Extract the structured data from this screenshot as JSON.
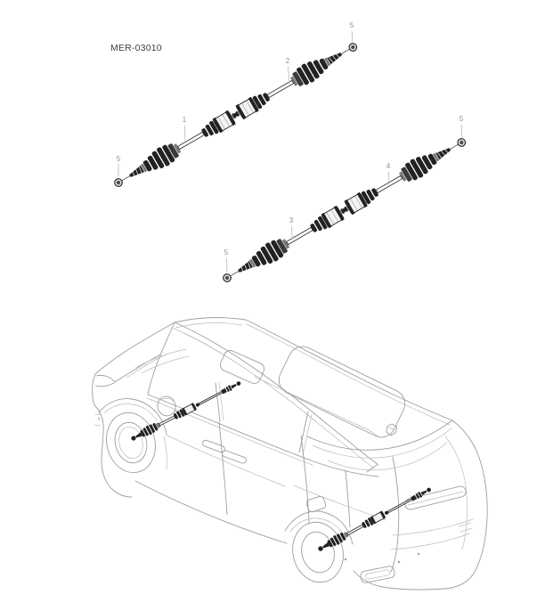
{
  "page": {
    "background": "#ffffff"
  },
  "diagram": {
    "code": "MER-03010",
    "callouts": [
      {
        "ref": "front-left-driveshaft-body",
        "label": "1"
      },
      {
        "ref": "front-right-driveshaft-body",
        "label": "2"
      },
      {
        "ref": "rear-left-driveshaft-body",
        "label": "3"
      },
      {
        "ref": "rear-right-driveshaft-body",
        "label": "4"
      },
      {
        "ref": "front-left-hub-nut",
        "label": "5"
      },
      {
        "ref": "front-right-hub-nut",
        "label": "5"
      },
      {
        "ref": "rear-left-hub-nut",
        "label": "5"
      },
      {
        "ref": "rear-right-hub-nut",
        "label": "5"
      }
    ],
    "colors": {
      "vehicle_line": "#9e9e9e",
      "part_dark": "#222222",
      "callout_text": "#8f8f8f",
      "leader_line": "#b8b8b8",
      "code_text": "#3f3f3f"
    }
  }
}
